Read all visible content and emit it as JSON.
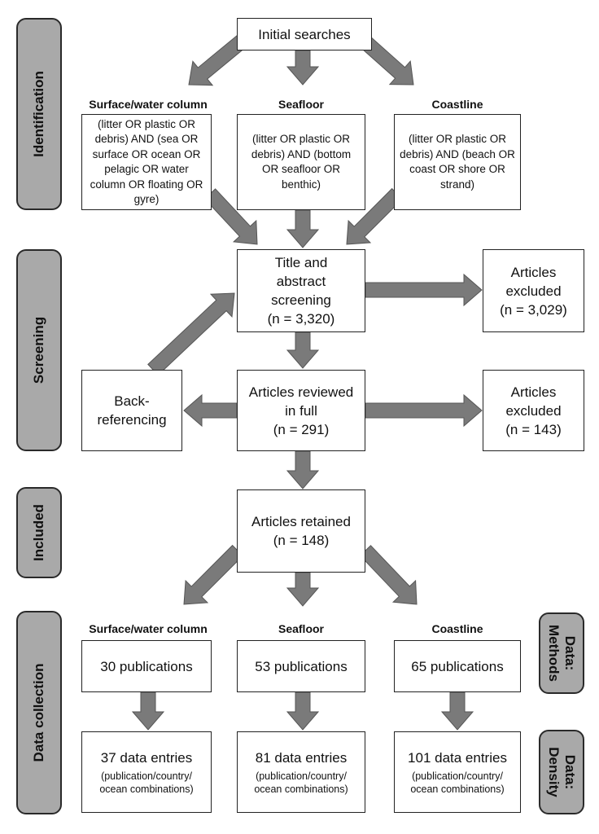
{
  "stages": {
    "identification": "Identification",
    "screening": "Screening",
    "included": "Included",
    "data_collection": "Data collection",
    "data_methods": "Data: Methods",
    "data_density": "Data: Density"
  },
  "initial_searches": "Initial searches",
  "categories": {
    "surface": "Surface/water column",
    "seafloor": "Seafloor",
    "coastline": "Coastline"
  },
  "queries": {
    "surface": "(litter OR plastic OR debris) AND (sea OR surface OR ocean OR pelagic OR water column OR floating OR gyre)",
    "seafloor": "(litter OR plastic OR debris) AND (bottom OR seafloor OR benthic)",
    "coastline": "(litter OR plastic OR debris) AND (beach OR coast OR shore OR strand)"
  },
  "screening": {
    "title_abstract": "Title and abstract screening",
    "title_abstract_n": "(n = 3,320)",
    "excluded_1": "Articles excluded",
    "excluded_1_n": "(n = 3,029)",
    "reviewed": "Articles reviewed in full",
    "reviewed_n": "(n = 291)",
    "excluded_2": "Articles excluded",
    "excluded_2_n": "(n = 143)",
    "back_referencing": "Back-referencing"
  },
  "included": {
    "retained": "Articles retained",
    "retained_n": "(n = 148)"
  },
  "data_collection": {
    "publications": {
      "surface": "30 publications",
      "seafloor": "53 publications",
      "coastline": "65 publications"
    },
    "entries": {
      "surface": "37 data entries",
      "seafloor": "81 data entries",
      "coastline": "101 data entries"
    },
    "entries_note": "(publication/country/ ocean combinations)"
  }
}
